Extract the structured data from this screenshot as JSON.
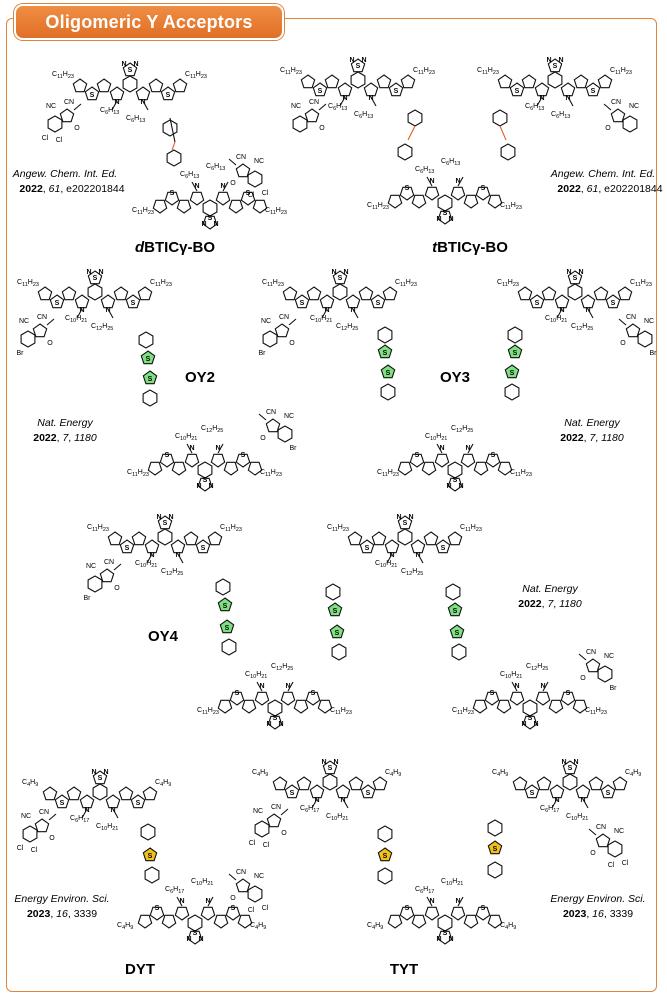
{
  "panel_title": "Oligomeric Y Acceptors",
  "molecules": [
    {
      "name_prefix": "d",
      "name_rest": "BTICγ-BO"
    },
    {
      "name_prefix": "t",
      "name_rest": "BTICγ-BO"
    },
    {
      "name": "OY2"
    },
    {
      "name": "OY3"
    },
    {
      "name": "OY4"
    },
    {
      "name": "DYT"
    },
    {
      "name": "TYT"
    }
  ],
  "references": [
    {
      "journal": "Angew. Chem. Int. Ed.",
      "year": "2022",
      "volume": "61",
      "pages": "e202201844"
    },
    {
      "journal": "Angew. Chem. Int. Ed.",
      "year": "2022",
      "volume": "61",
      "pages": "e202201844"
    },
    {
      "journal": "Nat. Energy",
      "year": "2022",
      "volume": "7",
      "pages": "1180"
    },
    {
      "journal": "Nat. Energy",
      "year": "2022",
      "volume": "7",
      "pages": "1180"
    },
    {
      "journal": "Nat. Energy",
      "year": "2022",
      "volume": "7",
      "pages": "1180"
    },
    {
      "journal": "Energy Environ. Sci.",
      "year": "2023",
      "volume": "16",
      "pages": "3339"
    },
    {
      "journal": "Energy Environ. Sci.",
      "year": "2023",
      "volume": "16",
      "pages": "3339"
    }
  ],
  "structure_labels": {
    "c11": "C11H23",
    "c6": "C6H13",
    "c4": "C4H9",
    "c8": "C6H17",
    "c10": "C10H21",
    "c12": "C12H25",
    "cn": "CN",
    "nc": "NC",
    "cl": "Cl",
    "br": "Br",
    "s": "S",
    "n": "N",
    "o": "O"
  },
  "colors": {
    "accent": "#e0843a",
    "thiophene_linker": "#7ee081",
    "thienyl_linker": "#f2c21b",
    "phenyl_bond": "#e0602a"
  }
}
